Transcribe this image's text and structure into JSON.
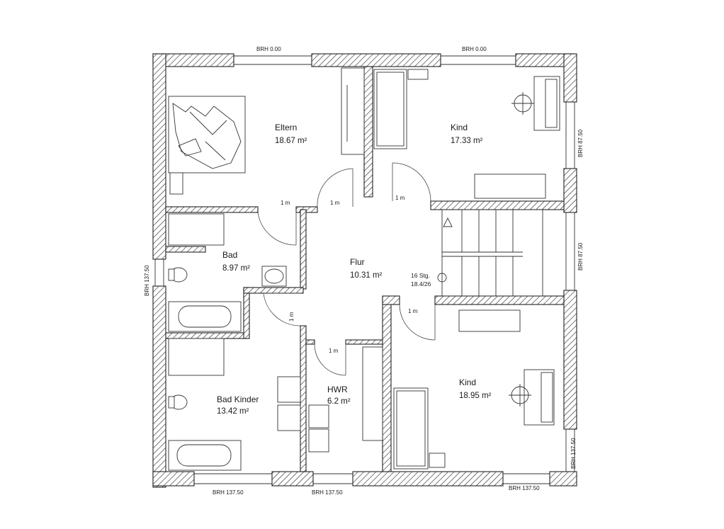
{
  "rooms": {
    "eltern": {
      "name": "Eltern",
      "area": "18.67 m²"
    },
    "kind_top": {
      "name": "Kind",
      "area": "17.33 m²"
    },
    "bad": {
      "name": "Bad",
      "area": "8.97 m²"
    },
    "flur": {
      "name": "Flur",
      "area": "10.31 m²"
    },
    "bad_kinder": {
      "name": "Bad Kinder",
      "area": "13.42 m²"
    },
    "hwr": {
      "name": "HWR",
      "area": "6.2 m²"
    },
    "kind_bottom": {
      "name": "Kind",
      "area": "18.95 m²"
    }
  },
  "stairs": {
    "steps": "16 Stg.",
    "ratio": "18.4/26"
  },
  "door_width": "1 m",
  "windows": {
    "top_left": "BRH 0.00",
    "top_right": "BRH 0.00",
    "right_upper": "BRH 87.50",
    "right_middle": "BRH 87.50",
    "left": "BRH 137.50",
    "bottom_left": "BRH 137.50",
    "bottom_middle": "BRH 137.50",
    "bottom_right": "BRH 137.50",
    "right_lower": "BRH 137.50"
  }
}
